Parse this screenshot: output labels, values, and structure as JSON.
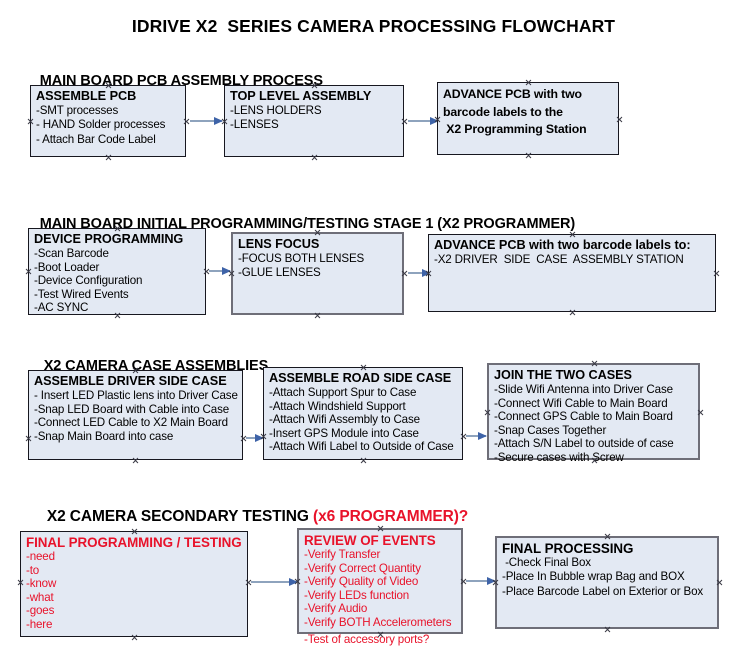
{
  "document": {
    "title": "IDRIVE X2  SERIES CAMERA PROCESSING FLOWCHART"
  },
  "sections": [
    {
      "heading": "MAIN BOARD PCB ASSEMBLY PROCESS",
      "heading_red": "",
      "boxes": [
        {
          "title": "ASSEMBLE PCB",
          "lines": [
            "-SMT processes",
            "- HAND Solder processes",
            "- Attach Bar Code Label"
          ]
        },
        {
          "title": "TOP LEVEL ASSEMBLY",
          "lines": [
            "-LENS HOLDERS",
            "-LENSES"
          ]
        },
        {
          "title": "",
          "lines": [
            "ADVANCE PCB with two",
            "barcode labels to the",
            " X2 Programming Station"
          ]
        }
      ]
    },
    {
      "heading": "MAIN BOARD INITIAL PROGRAMMING/TESTING STAGE 1 (X2 PROGRAMMER)",
      "heading_red": "",
      "boxes": [
        {
          "title": "DEVICE PROGRAMMING",
          "lines": [
            "-Scan Barcode",
            "-Boot Loader",
            "-Device Configuration",
            "-Test Wired Events",
            "-AC SYNC"
          ]
        },
        {
          "title": "LENS FOCUS",
          "lines": [
            "-FOCUS BOTH LENSES",
            "-GLUE LENSES"
          ]
        },
        {
          "title": "ADVANCE PCB with two barcode labels to:",
          "lines": [
            "-X2 DRIVER  SIDE  CASE  ASSEMBLY STATION"
          ]
        }
      ]
    },
    {
      "heading": "X2 CAMERA CASE ASSEMBLIES",
      "heading_red": "",
      "boxes": [
        {
          "title": "ASSEMBLE DRIVER SIDE CASE",
          "lines": [
            "- Insert LED Plastic lens into Driver Case",
            "-Snap LED Board with Cable into Case",
            "-Connect LED Cable to X2 Main Board",
            "-Snap Main Board into case"
          ]
        },
        {
          "title": "ASSEMBLE ROAD SIDE CASE",
          "lines": [
            "-Attach Support Spur to Case",
            "-Attach Windshield Support",
            "-Attach Wifi Assembly to Case",
            "-Insert GPS Module into Case",
            "-Attach Wifi Label to Outside of Case"
          ]
        },
        {
          "title": "JOIN THE TWO CASES",
          "lines": [
            "-Slide Wifi Antenna into Driver Case",
            "-Connect Wifi Cable to Main Board",
            "-Connect GPS Cable to Main Board",
            "-Snap Cases Together",
            "-Attach S/N Label to outside of case",
            "-Secure cases with Screw"
          ]
        }
      ]
    },
    {
      "heading": "X2 CAMERA SECONDARY TESTING ",
      "heading_red": "(x6 PROGRAMMER)?",
      "boxes": [
        {
          "title": "FINAL PROGRAMMING / TESTING",
          "lines": [
            "-need",
            "-to",
            "-know",
            "-what",
            "-goes",
            "-here"
          ]
        },
        {
          "title": "REVIEW OF EVENTS",
          "lines": [
            "-Verify Transfer",
            "-Verify Correct Quantity",
            "-Verify Quality of Video",
            "-Verify LEDs function",
            "-Verify Audio",
            "-Verify BOTH Accelerometers"
          ],
          "overflow_line": "-Test of accessory ports?"
        },
        {
          "title": "FINAL PROCESSING",
          "lines": [
            " -Check Final Box",
            "-Place In Bubble wrap Bag and BOX",
            "-Place Barcode Label on Exterior or Box"
          ]
        }
      ]
    }
  ],
  "colors": {
    "box_fill": "#e3e9f3",
    "box_border": "#17171f",
    "box_border_thick": "#6e6e78",
    "connector": "#8ea3bd",
    "arrowhead": "#3e63a8",
    "red_text": "#e8122a",
    "text": "#000000"
  }
}
